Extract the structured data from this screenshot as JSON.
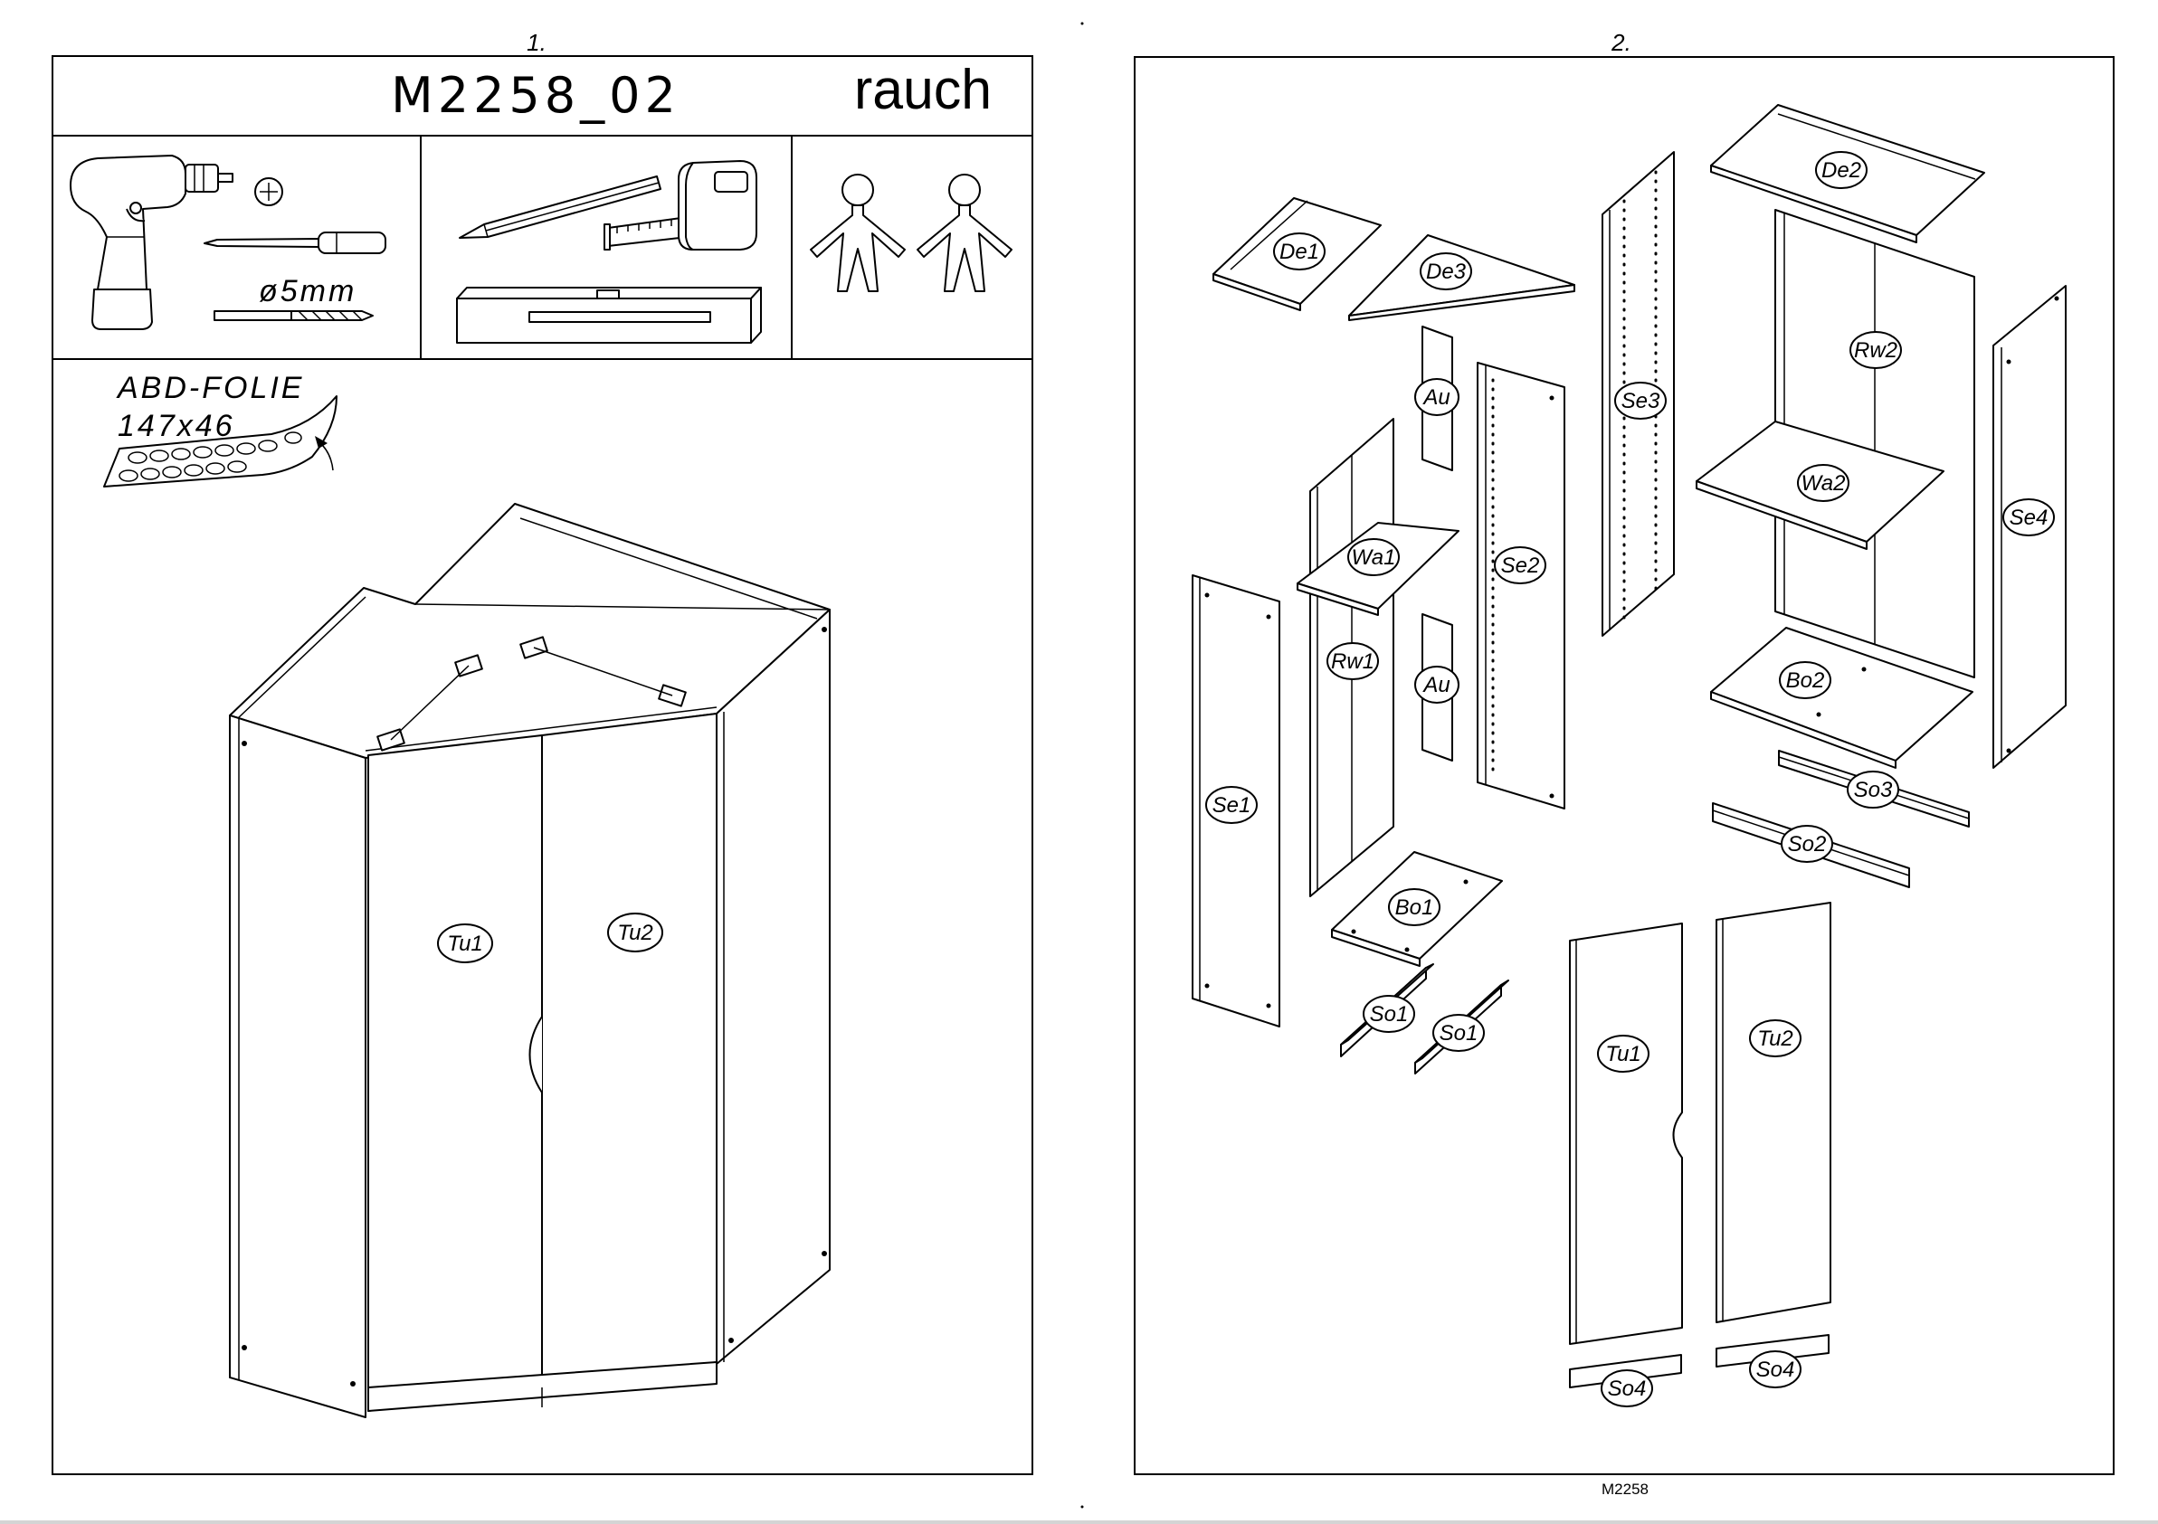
{
  "colors": {
    "ink": "#000000",
    "paper": "#ffffff"
  },
  "page_1": {
    "page_number": "1.",
    "model_code": "M2258_02",
    "brand": "rauch",
    "drill_bit_size": "ø5mm",
    "film": {
      "label": "ABD-FOLIE",
      "size": "147x46"
    },
    "doors": {
      "left": "Tu1",
      "right": "Tu2"
    },
    "tool_icons": [
      "cordless-drill-icon",
      "phillips-screw-icon",
      "screwdriver-icon",
      "drill-bit-icon",
      "pencil-icon",
      "tape-measure-icon",
      "spirit-level-icon",
      "person-icon",
      "person-icon"
    ]
  },
  "page_2": {
    "page_number": "2.",
    "parts": {
      "de1": "De1",
      "de3": "De3",
      "de2": "De2",
      "au_top": "Au",
      "se3": "Se3",
      "rw2": "Rw2",
      "se2": "Se2",
      "wa1": "Wa1",
      "wa2": "Wa2",
      "se4": "Se4",
      "rw1": "Rw1",
      "au_bottom": "Au",
      "se1": "Se1",
      "bo2": "Bo2",
      "bo1": "Bo1",
      "so3": "So3",
      "so2": "So2",
      "so1_left": "So1",
      "so1_right": "So1",
      "tu1": "Tu1",
      "tu2": "Tu2",
      "so4_left": "So4",
      "so4_right": "So4"
    },
    "footer_code": "M2258"
  }
}
